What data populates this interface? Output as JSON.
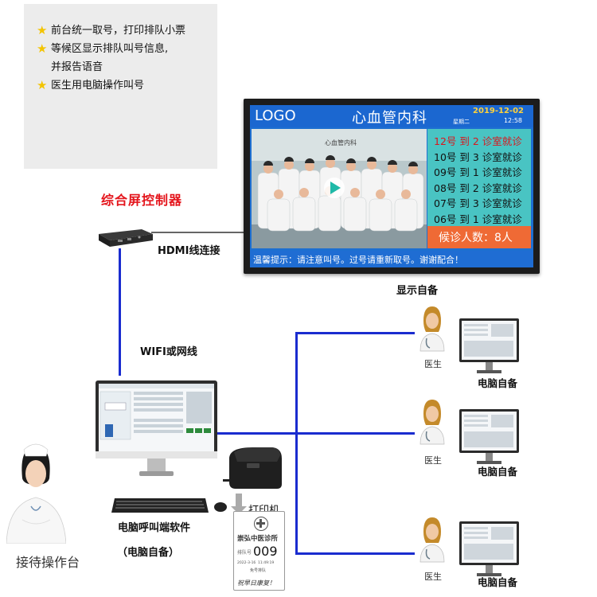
{
  "notes": {
    "items": [
      "前台统一取号，打印排队小票",
      "等候区显示排队叫号信息,",
      "并报告语音",
      "医生用电脑操作叫号"
    ]
  },
  "controller": {
    "title": "综合屏控制器"
  },
  "labels": {
    "hdmi": "HDMI线连接",
    "display_self": "显示自备",
    "wifi": "WIFI或网线",
    "pc_self": "电脑自备",
    "doctor": "医生",
    "printer": "打印机",
    "caller_software": "电脑呼叫端软件",
    "caller_self": "（电脑自备）",
    "reception": "接待操作台"
  },
  "tv": {
    "logo": "LOGO",
    "department": "心血管内科",
    "date": "2019-12-02",
    "weekday": "星期二",
    "time": "12:58",
    "video_caption": "心血管内科",
    "queue": [
      "12号 到 2 诊室就诊",
      "10号 到 3 诊室就诊",
      "09号 到 1 诊室就诊",
      "08号 到 2 诊室就诊",
      "07号 到 3 诊室就诊",
      "06号 到 1 诊室就诊"
    ],
    "waiting_count": "候诊人数：8人",
    "ticker": "温馨提示：请注意叫号。过号请重新取号。谢谢配合！"
  },
  "ticket": {
    "clinic": "崇弘中医诊所",
    "number_label": "排队号",
    "number": "009",
    "date": "2022-3-16",
    "time": "11:49:19",
    "type": "免号排队",
    "slogan": "祝早日康复！"
  },
  "colors": {
    "line_blue": "#1a2ccf",
    "title_red": "#e4141b",
    "star": "#f3c400",
    "tv_blue": "#1b67d0",
    "tv_cyan": "#49c4c3",
    "tv_orange": "#ef6a35"
  }
}
